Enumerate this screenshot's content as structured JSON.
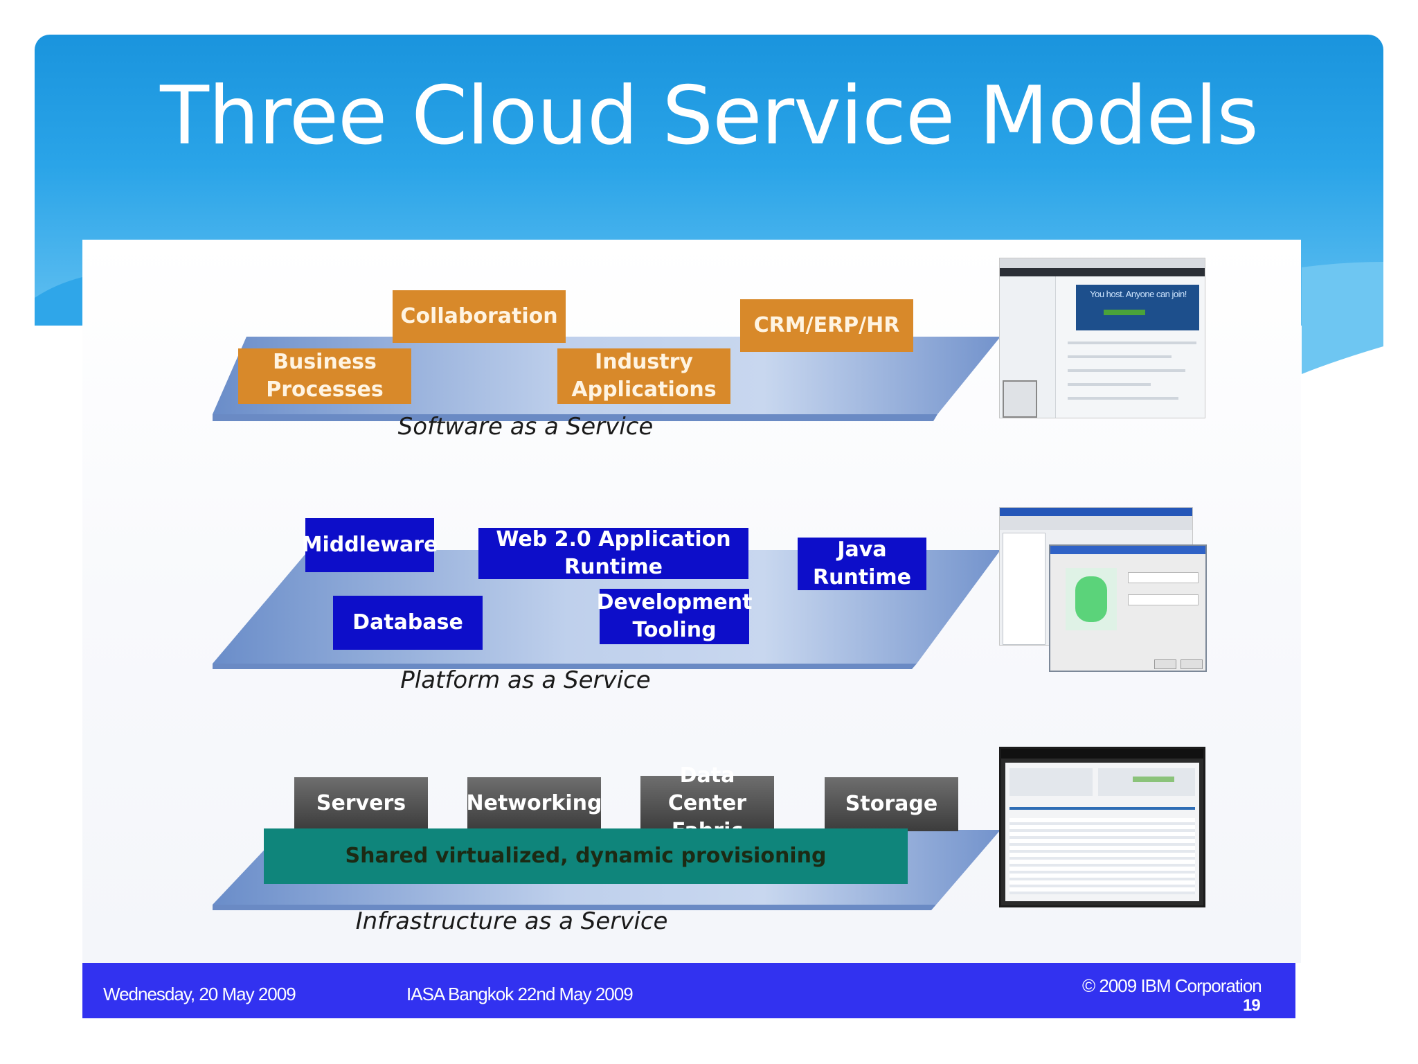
{
  "slide": {
    "title": "Three Cloud Service Models"
  },
  "colors": {
    "header_blue": "#1a94dd",
    "saas_orange": "#d8892a",
    "paas_blue": "#0d0ec9",
    "iaas_gray": "#4a4a4a",
    "shared_teal": "#0f857b",
    "platform_blue": "#6f8fc7",
    "footer_blue": "#3232f0"
  },
  "saas": {
    "label": "Software as a Service",
    "items": [
      {
        "id": "collaboration",
        "text": "Collaboration"
      },
      {
        "id": "business-processes",
        "text": "Business\nProcesses"
      },
      {
        "id": "industry-applications",
        "text": "Industry\nApplications"
      },
      {
        "id": "crm-erp-hr",
        "text": "CRM/ERP/HR"
      }
    ],
    "screenshot": {
      "headline": "You host. Anyone can join!"
    }
  },
  "paas": {
    "label": "Platform as a Service",
    "items": [
      {
        "id": "middleware",
        "text": "Middleware"
      },
      {
        "id": "web20-runtime",
        "text": "Web 2.0 Application\nRuntime"
      },
      {
        "id": "java-runtime",
        "text": "Java\nRuntime"
      },
      {
        "id": "database",
        "text": "Database"
      },
      {
        "id": "development-tooling",
        "text": "Development\nTooling"
      }
    ]
  },
  "iaas": {
    "label": "Infrastructure as a Service",
    "items": [
      {
        "id": "servers",
        "text": "Servers"
      },
      {
        "id": "networking",
        "text": "Networking"
      },
      {
        "id": "data-center-fabric",
        "text": "Data Center\nFabric"
      },
      {
        "id": "storage",
        "text": "Storage"
      }
    ],
    "shared": "Shared virtualized, dynamic provisioning"
  },
  "footer": {
    "date": "Wednesday, 20 May 2009",
    "event": "IASA Bangkok 22nd May 2009",
    "copyright": "© 2009 IBM Corporation",
    "page": "19"
  }
}
